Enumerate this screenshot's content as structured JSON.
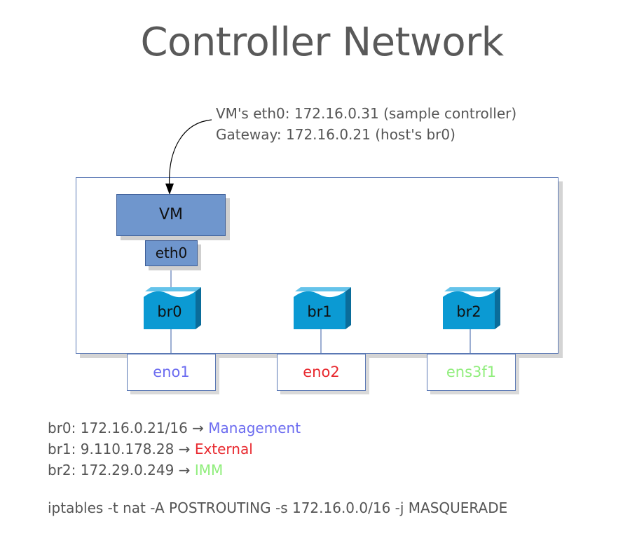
{
  "title": "Controller Network",
  "callout": {
    "line1": "VM's eth0: 172.16.0.31 (sample controller)",
    "line2": "Gateway: 172.16.0.21 (host's br0)"
  },
  "vm": {
    "label": "VM",
    "interface": "eth0"
  },
  "bridges": [
    {
      "label": "br0"
    },
    {
      "label": "br1"
    },
    {
      "label": "br2"
    }
  ],
  "nics": [
    {
      "label": "eno1",
      "color": "#6c6cf0"
    },
    {
      "label": "eno2",
      "color": "#e8282e"
    },
    {
      "label": "ens3f1",
      "color": "#90ee7c"
    }
  ],
  "legend": [
    {
      "prefix": "br0: 172.16.0.21/16 → ",
      "role": "Management",
      "color": "#6c6cf0"
    },
    {
      "prefix": "br1: 9.110.178.28 → ",
      "role": "External",
      "color": "#e8282e"
    },
    {
      "prefix": "br2: 172.29.0.249 → ",
      "role": "IMM",
      "color": "#90ee7c"
    }
  ],
  "command": "iptables -t nat -A POSTROUTING -s 172.16.0.0/16 -j MASQUERADE",
  "colors": {
    "vm_fill": "#6f96cd",
    "bridge_fill": "#0b9ad3",
    "bridge_top": "#64c3ea",
    "bridge_side": "#0a6c9a",
    "host_border": "#5a78b4"
  }
}
